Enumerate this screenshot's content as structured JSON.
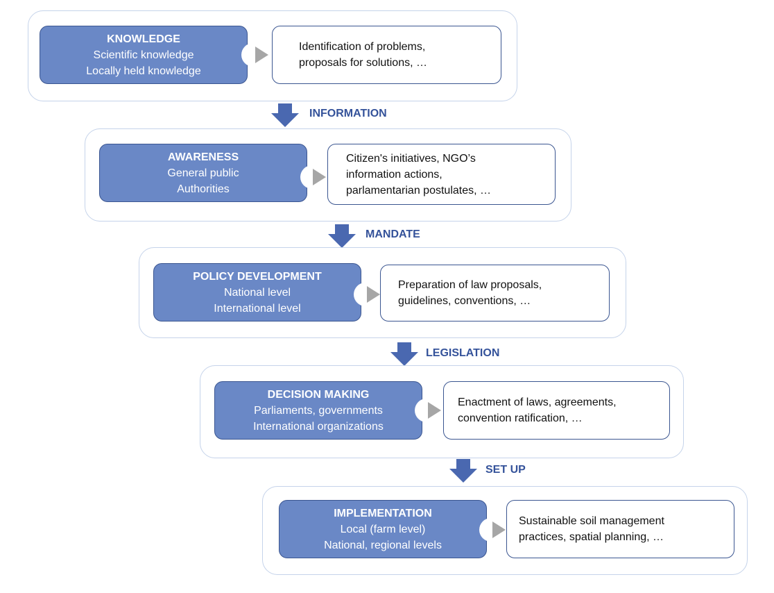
{
  "stages": [
    {
      "title": "KNOWLEDGE",
      "lines": [
        "Scientific knowledge",
        "Locally held knowledge"
      ],
      "outcome": [
        "Identification of problems,",
        "proposals for solutions, …"
      ]
    },
    {
      "title": "AWARENESS",
      "lines": [
        "General public",
        "Authorities"
      ],
      "outcome": [
        "Citizen's initiatives, NGO’s",
        "information actions,",
        "parlamentarian postulates, …"
      ]
    },
    {
      "title": "POLICY DEVELOPMENT",
      "lines": [
        "National level",
        "International level"
      ],
      "outcome": [
        "Preparation of law proposals,",
        "guidelines, conventions, …"
      ]
    },
    {
      "title": "DECISION MAKING",
      "lines": [
        "Parliaments, governments",
        "International organizations"
      ],
      "outcome": [
        "Enactment of laws, agreements,",
        "convention ratification, …"
      ]
    },
    {
      "title": "IMPLEMENTATION",
      "lines": [
        "Local (farm level)",
        "National, regional levels"
      ],
      "outcome": [
        "Sustainable soil management",
        "practices, spatial planning, …"
      ]
    }
  ],
  "connectors": [
    "INFORMATION",
    "MANDATE",
    "LEGISLATION",
    "SET UP"
  ],
  "colors": {
    "stage_fill": "#6a88c6",
    "stage_border": "#3a5590",
    "panel_border": "#c5d3ea",
    "arrow": "#4a68b0",
    "connector_text": "#34529a",
    "pointer": "#a6a6a6"
  }
}
